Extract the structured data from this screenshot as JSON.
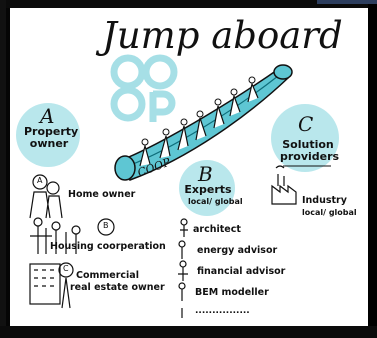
{
  "title": "Jump aboard",
  "background_word": "COOP",
  "boat_label": "COOP",
  "colors": {
    "accent_teal": "#5ec6d3",
    "circle_teal": "#7fd3dd",
    "ink": "#111111"
  },
  "section_a": {
    "letter": "A",
    "heading_line1": "Property",
    "heading_line2": "owner",
    "items": [
      {
        "marker": "A",
        "label": "Home owner"
      },
      {
        "marker": "B",
        "label": "Housing coorperation"
      },
      {
        "marker": "C",
        "label_line1": "Commercial",
        "label_line2": "real estate owner"
      }
    ]
  },
  "section_b": {
    "letter": "B",
    "heading": "Experts",
    "subheading": "local/ global",
    "items": [
      "architect",
      "energy advisor",
      "financial advisor",
      "BEM modeller",
      "................"
    ]
  },
  "section_c": {
    "letter": "C",
    "heading_line1": "Solution",
    "heading_line2": "providers",
    "items": [
      {
        "label": "Industry",
        "sub": "local/ global"
      }
    ]
  }
}
